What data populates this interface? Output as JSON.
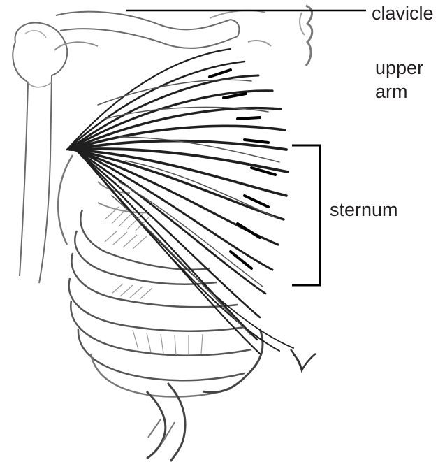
{
  "labels": {
    "clavicle": "clavicle",
    "upper_arm": "upper arm",
    "sternum": "sternum"
  },
  "colors": {
    "ink": "#231f20",
    "line": "#000000",
    "background": "#ffffff"
  }
}
